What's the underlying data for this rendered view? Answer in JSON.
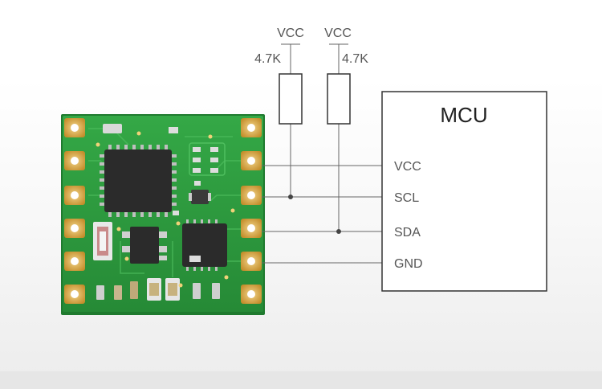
{
  "resistors": [
    {
      "supply": "VCC",
      "value": "4.7K"
    },
    {
      "supply": "VCC",
      "value": "4.7K"
    }
  ],
  "mcu": {
    "title": "MCU",
    "pins": [
      "VCC",
      "SCL",
      "SDA",
      "GND"
    ]
  },
  "colors": {
    "pcb": "#2e9a3e",
    "pad_gold": "#d9a441",
    "chip": "#2b2b2b",
    "wire": "#555555"
  }
}
